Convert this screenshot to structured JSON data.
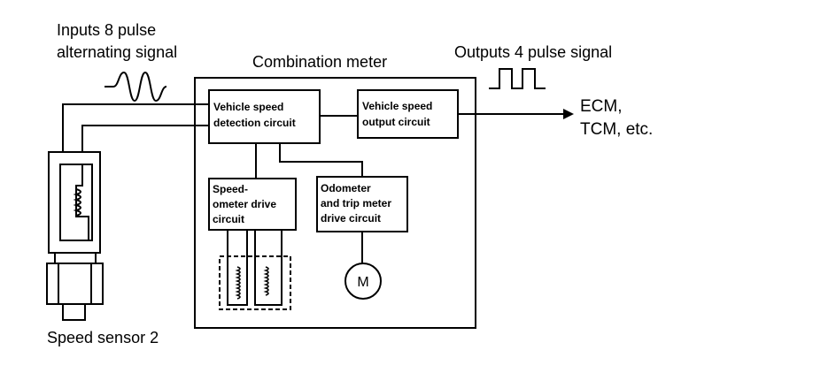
{
  "labels": {
    "input_line1": "Inputs 8 pulse",
    "input_line2": "alternating signal",
    "meter_title": "Combination meter",
    "output_signal": "Outputs 4 pulse signal",
    "ecm_line1": "ECM,",
    "ecm_line2": "TCM, etc.",
    "sensor": "Speed sensor 2"
  },
  "boxes": {
    "detection": [
      "Vehicle speed",
      "detection circuit"
    ],
    "output": [
      "Vehicle speed",
      "output circuit"
    ],
    "speedometer": [
      "Speed-",
      "ometer drive",
      "circuit"
    ],
    "odometer": [
      "Odometer",
      "and trip meter",
      "drive circuit"
    ]
  },
  "motor_label": "M",
  "colors": {
    "ink": "#000000",
    "paper": "#ffffff"
  }
}
